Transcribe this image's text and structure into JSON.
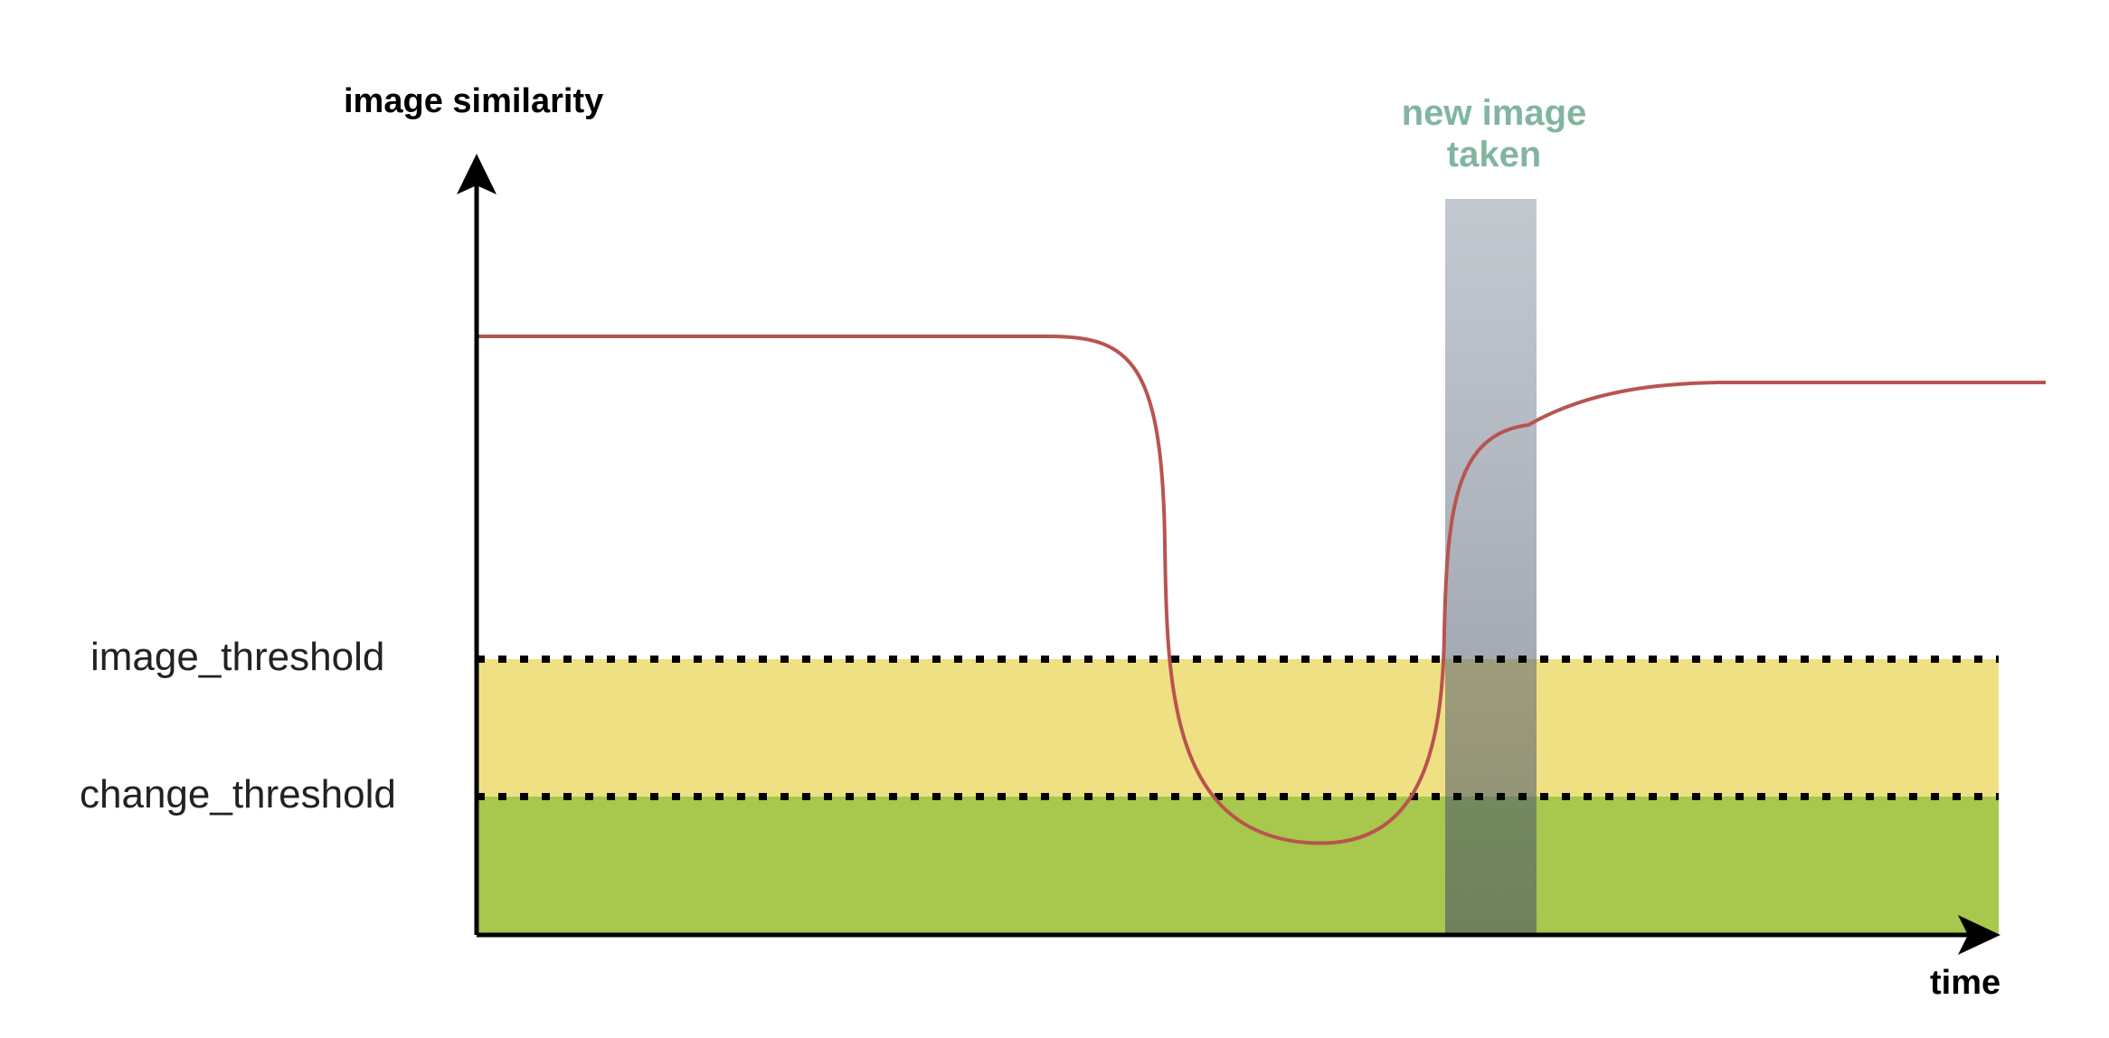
{
  "labels": {
    "y_axis": "image similarity",
    "x_axis": "time",
    "image_threshold": "image_threshold",
    "change_threshold": "change_threshold",
    "event_line1": "new image",
    "event_line2": "taken"
  },
  "colors": {
    "axis": "#000000",
    "curve": "#b85450",
    "image_zone": "#f0e084",
    "change_zone": "#a7c84c",
    "event_band": "#6b778a",
    "event_text": "#82b5a0",
    "threshold_dots": "#000000"
  }
}
